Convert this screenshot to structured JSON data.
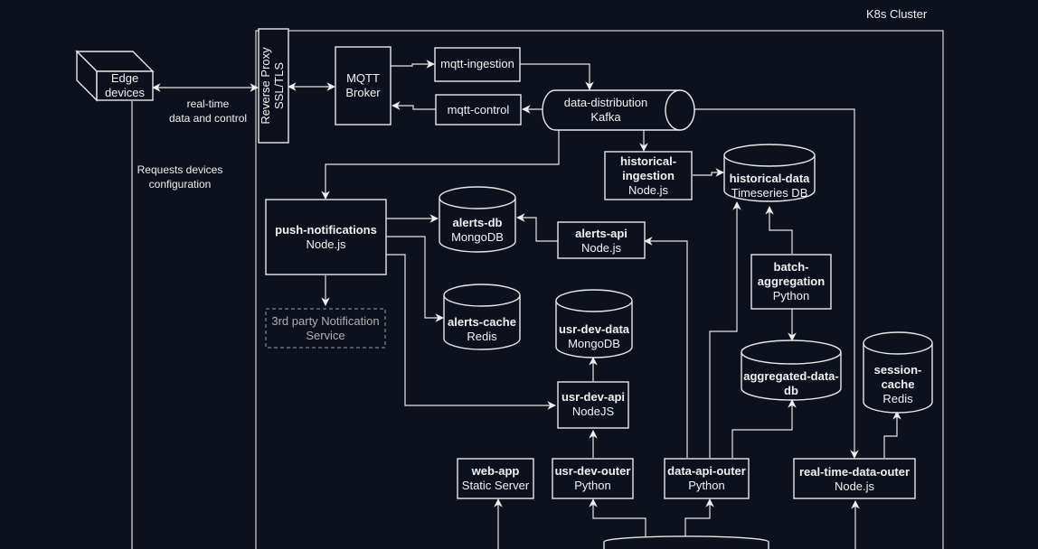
{
  "cluster": {
    "label": "K8s Cluster"
  },
  "annotations": {
    "realtime": "real-time\ndata and control",
    "realtime_line1": "real-time",
    "realtime_line2": "data and control",
    "requests_line1": "Requests devices",
    "requests_line2": "configuration"
  },
  "nodes": {
    "edge_devices": {
      "line1": "Edge",
      "line2": "devices",
      "shape": "cube"
    },
    "reverse_proxy": {
      "line1": "Reverse Proxy",
      "line2": "SSL/TLS",
      "shape": "vertical-rect"
    },
    "mqtt_broker": {
      "line1": "MQTT",
      "line2": "Broker",
      "shape": "rect"
    },
    "mqtt_ingestion": {
      "line1": "mqtt-ingestion",
      "shape": "rect"
    },
    "mqtt_control": {
      "line1": "mqtt-control",
      "shape": "rect"
    },
    "data_distribution": {
      "line1": "data-distribution",
      "line2": "Kafka",
      "shape": "horizontal-cylinder"
    },
    "historical_ingestion": {
      "title1": "historical-",
      "title2": "ingestion",
      "tech": "Node.js",
      "shape": "rect"
    },
    "historical_data": {
      "title": "historical-data",
      "tech": "Timeseries DB",
      "shape": "cylinder"
    },
    "push_notifications": {
      "title": "push-notifications",
      "tech": "Node.js",
      "shape": "rect"
    },
    "third_party": {
      "line1": "3rd party Notification",
      "line2": "Service",
      "shape": "dashed-rect"
    },
    "alerts_db": {
      "title": "alerts-db",
      "tech": "MongoDB",
      "shape": "cylinder"
    },
    "alerts_api": {
      "title": "alerts-api",
      "tech": "Node.js",
      "shape": "rect"
    },
    "alerts_cache": {
      "title": "alerts-cache",
      "tech": "Redis",
      "shape": "cylinder"
    },
    "usr_dev_data": {
      "title": "usr-dev-data",
      "tech": "MongoDB",
      "shape": "cylinder"
    },
    "usr_dev_api": {
      "title": "usr-dev-api",
      "tech": "NodeJS",
      "shape": "rect"
    },
    "batch_aggregation": {
      "title1": "batch-",
      "title2": "aggregation",
      "tech": "Python",
      "shape": "rect"
    },
    "aggregated_data_db": {
      "title1": "aggregated-data-",
      "title2": "db",
      "shape": "cylinder"
    },
    "session_cache": {
      "title1": "session-",
      "title2": "cache",
      "tech": "Redis",
      "shape": "cylinder"
    },
    "web_app": {
      "title": "web-app",
      "tech": "Static Server",
      "shape": "rect"
    },
    "usr_dev_outer": {
      "title": "usr-dev-outer",
      "tech": "Python",
      "shape": "rect"
    },
    "data_api_outer": {
      "title": "data-api-outer",
      "tech": "Python",
      "shape": "rect"
    },
    "real_time_data_outer": {
      "title": "real-time-data-outer",
      "tech": "Node.js",
      "shape": "rect"
    }
  },
  "edges": [
    {
      "from": "edge_devices",
      "to": "reverse_proxy",
      "bidirectional": true,
      "label": "real-time data and control"
    },
    {
      "from": "reverse_proxy",
      "to": "mqtt_broker",
      "bidirectional": true
    },
    {
      "from": "mqtt_broker",
      "to": "mqtt_ingestion"
    },
    {
      "from": "mqtt_ingestion",
      "to": "data_distribution"
    },
    {
      "from": "data_distribution",
      "to": "mqtt_control"
    },
    {
      "from": "mqtt_control",
      "to": "mqtt_broker"
    },
    {
      "from": "data_distribution",
      "to": "historical_ingestion"
    },
    {
      "from": "historical_ingestion",
      "to": "historical_data"
    },
    {
      "from": "data_distribution",
      "to": "push_notifications"
    },
    {
      "from": "data_distribution",
      "to": "real_time_data_outer"
    },
    {
      "from": "push_notifications",
      "to": "alerts_db"
    },
    {
      "from": "push_notifications",
      "to": "alerts_cache"
    },
    {
      "from": "push_notifications",
      "to": "usr_dev_api"
    },
    {
      "from": "push_notifications",
      "to": "third_party"
    },
    {
      "from": "alerts_api",
      "to": "alerts_db"
    },
    {
      "from": "data_api_outer",
      "to": "alerts_api"
    },
    {
      "from": "data_api_outer",
      "to": "historical_data"
    },
    {
      "from": "data_api_outer",
      "to": "aggregated_data_db"
    },
    {
      "from": "batch_aggregation",
      "to": "historical_data"
    },
    {
      "from": "batch_aggregation",
      "to": "aggregated_data_db"
    },
    {
      "from": "usr_dev_api",
      "to": "usr_dev_data"
    },
    {
      "from": "usr_dev_outer",
      "to": "usr_dev_api"
    },
    {
      "from": "real_time_data_outer",
      "to": "session_cache"
    },
    {
      "from": "edge_devices",
      "to": "bottom",
      "label": "Requests devices configuration"
    }
  ]
}
